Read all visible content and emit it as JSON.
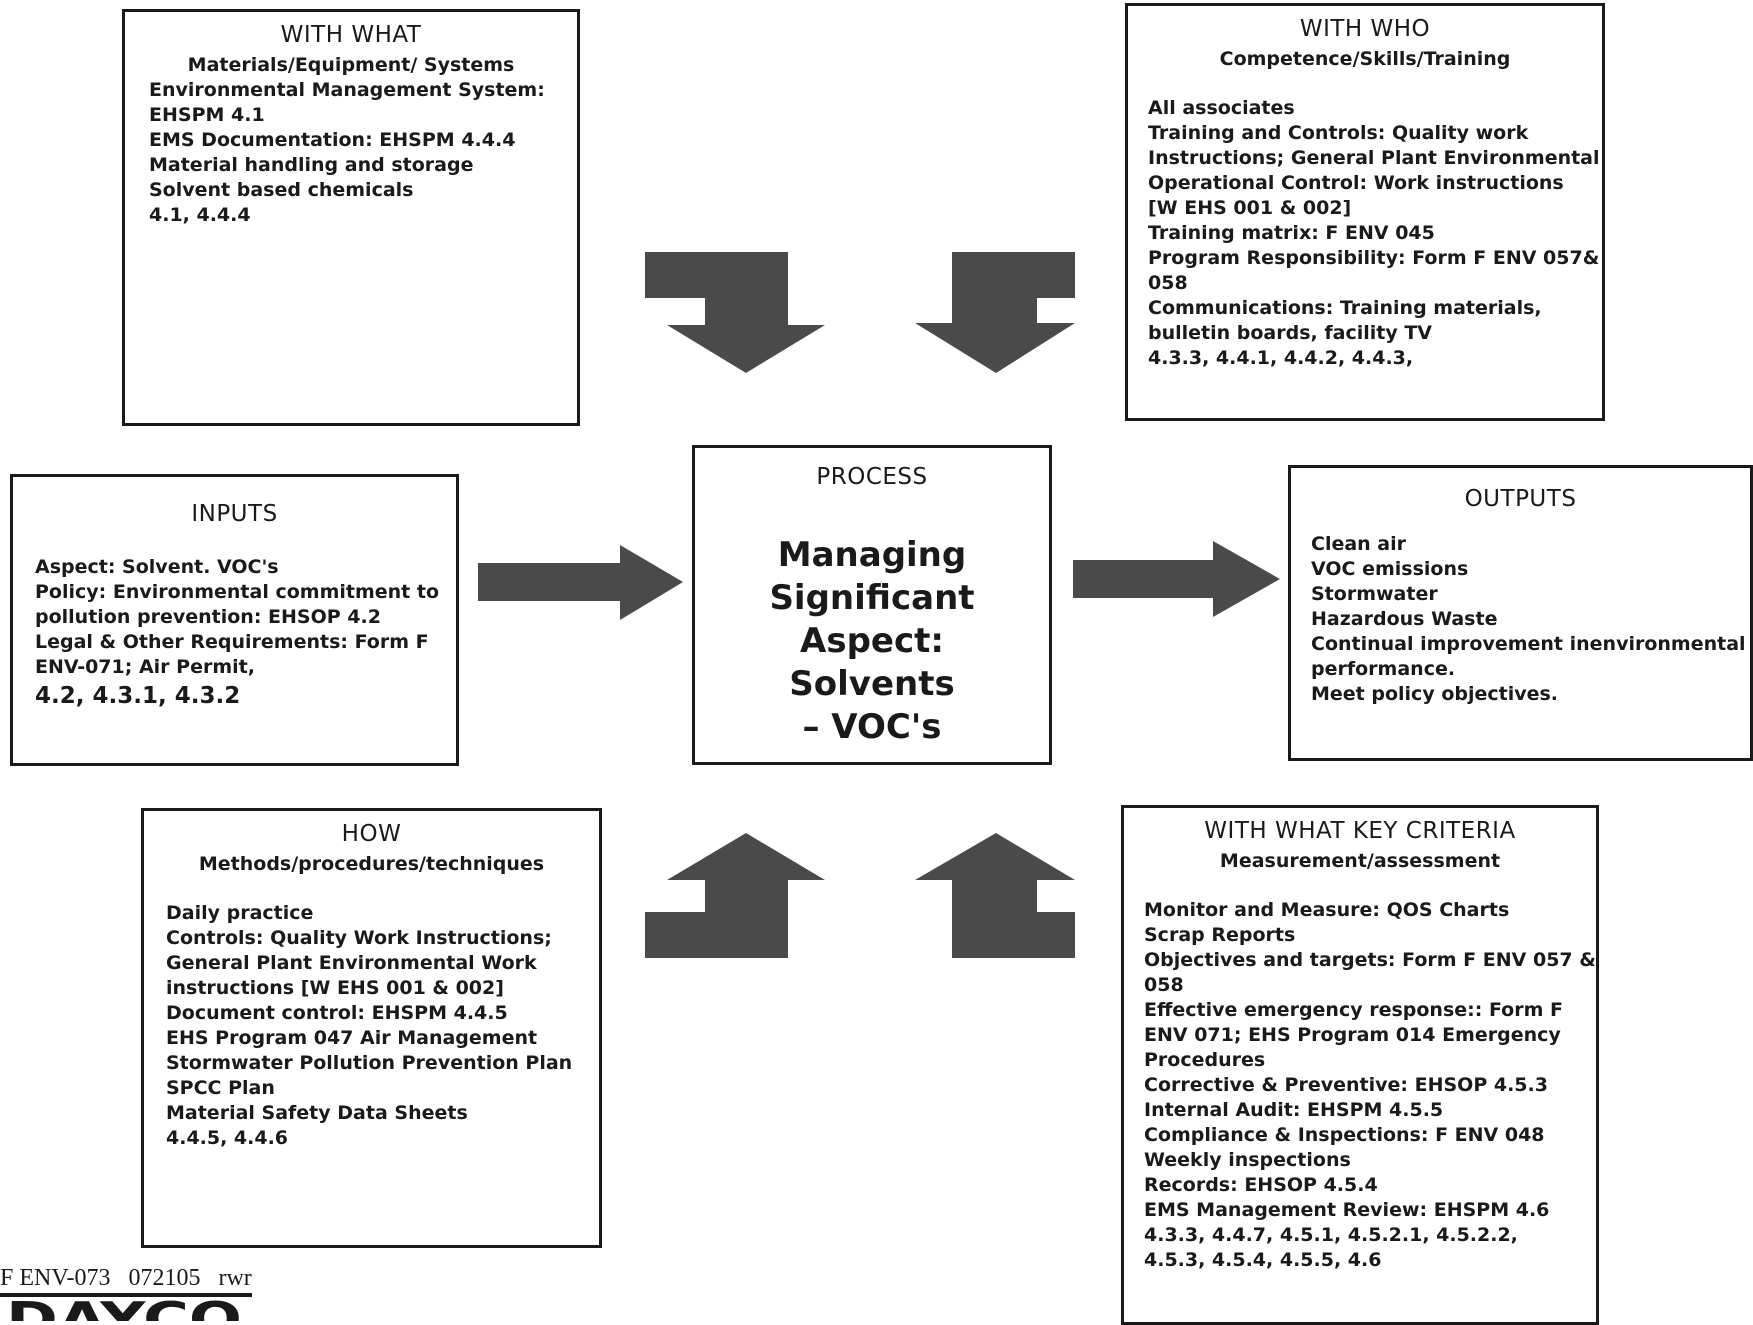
{
  "with_what": {
    "title": "WITH WHAT",
    "subtitle": "Materials/Equipment/ Systems",
    "lines": [
      "Environmental Management System:",
      "EHSPM 4.1",
      "EMS Documentation:  EHSPM 4.4.4",
      "Material  handling and storage",
      "Solvent based chemicals",
      "4.1,  4.4.4"
    ]
  },
  "with_who": {
    "title": "WITH WHO",
    "subtitle": "Competence/Skills/Training",
    "lines": [
      "All associates",
      "Training and Controls: Quality work",
      "Instructions;  General Plant Environmental",
      "Operational Control: Work instructions",
      "[W EHS 001 & 002]",
      "Training matrix:   F ENV 045",
      "Program Responsibility: Form F ENV 057&",
      "058",
      "Communications: Training materials,",
      "bulletin boards, facility TV",
      "4.3.3,  4.4.1,  4.4.2,  4.4.3,"
    ]
  },
  "inputs": {
    "title": "INPUTS",
    "lines": [
      "Aspect:   Solvent. VOC's",
      "Policy: Environmental commitment to",
      "pollution prevention: EHSOP 4.2",
      "Legal & Other Requirements: Form F",
      "ENV-071;  Air Permit,"
    ],
    "refs": "4.2,  4.3.1, 4.3.2"
  },
  "process": {
    "title": "PROCESS",
    "body_lines": [
      "Managing",
      "Significant",
      "Aspect: Solvents",
      "– VOC's"
    ]
  },
  "outputs": {
    "title": "OUTPUTS",
    "lines": [
      "Clean air",
      "VOC emissions",
      " Stormwater",
      "Hazardous Waste",
      "Continual improvement inenvironmental",
      "performance.",
      "Meet policy objectives."
    ]
  },
  "how": {
    "title": "HOW",
    "subtitle": "Methods/procedures/techniques",
    "lines": [
      "Daily practice",
      "Controls: Quality Work Instructions;",
      "General Plant Environmental Work",
      "instructions  [W EHS 001 & 002]",
      "Document control:  EHSPM 4.4.5",
      "EHS Program 047 Air Management",
      "Stormwater Pollution Prevention Plan",
      "SPCC Plan",
      "Material Safety Data Sheets",
      "4.4.5,  4.4.6"
    ]
  },
  "key_criteria": {
    "title": "WITH WHAT KEY CRITERIA",
    "subtitle": "Measurement/assessment",
    "lines": [
      "Monitor and Measure: QOS Charts",
      "Scrap Reports",
      "Objectives and targets: Form F ENV 057 &",
      "058",
      "Effective emergency response:: Form F",
      "ENV 071;  EHS Program 014 Emergency",
      "Procedures",
      "Corrective & Preventive: EHSOP 4.5.3",
      "Internal Audit:  EHSPM 4.5.5",
      "Compliance & Inspections: F ENV  048",
      "Weekly inspections",
      "Records: EHSOP 4.5.4",
      "EMS Management Review: EHSPM 4.6",
      "4.3.3,  4.4.7,   4.5.1,    4.5.2.1,  4.5.2.2,",
      "4.5.3,  4.5.4,  4.5.5,  4.6"
    ]
  },
  "footer": {
    "form_code": "F ENV-073   072105   rwr",
    "logo_text": "DAYCO"
  }
}
